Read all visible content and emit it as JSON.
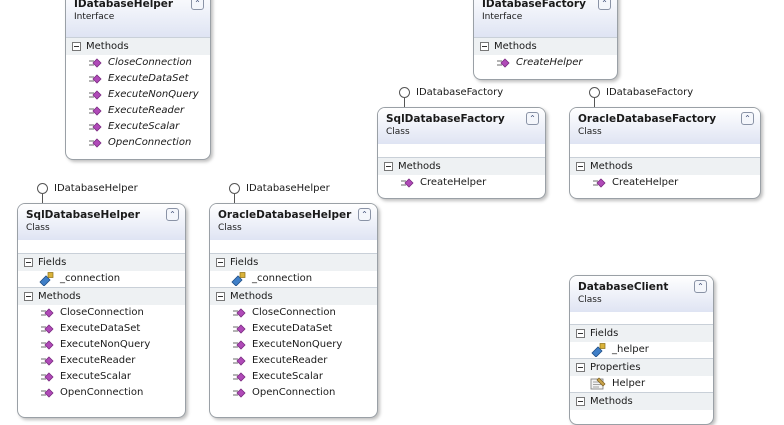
{
  "idb_helper": {
    "name": "IDatabaseHelper",
    "kind": "Interface",
    "methods_label": "Methods",
    "methods": [
      "CloseConnection",
      "ExecuteDataSet",
      "ExecuteNonQuery",
      "ExecuteReader",
      "ExecuteScalar",
      "OpenConnection"
    ]
  },
  "idb_factory": {
    "name": "IDatabaseFactory",
    "kind": "Interface",
    "methods_label": "Methods",
    "methods": [
      "CreateHelper"
    ]
  },
  "sql_factory": {
    "implements": "IDatabaseFactory",
    "name": "SqlDatabaseFactory",
    "kind": "Class",
    "methods_label": "Methods",
    "methods": [
      "CreateHelper"
    ]
  },
  "oracle_factory": {
    "implements": "IDatabaseFactory",
    "name": "OracleDatabaseFactory",
    "kind": "Class",
    "methods_label": "Methods",
    "methods": [
      "CreateHelper"
    ]
  },
  "sql_helper": {
    "implements": "IDatabaseHelper",
    "name": "SqlDatabaseHelper",
    "kind": "Class",
    "fields_label": "Fields",
    "fields": [
      "_connection"
    ],
    "methods_label": "Methods",
    "methods": [
      "CloseConnection",
      "ExecuteDataSet",
      "ExecuteNonQuery",
      "ExecuteReader",
      "ExecuteScalar",
      "OpenConnection"
    ]
  },
  "oracle_helper": {
    "implements": "IDatabaseHelper",
    "name": "OracleDatabaseHelper",
    "kind": "Class",
    "fields_label": "Fields",
    "fields": [
      "_connection"
    ],
    "methods_label": "Methods",
    "methods": [
      "CloseConnection",
      "ExecuteDataSet",
      "ExecuteNonQuery",
      "ExecuteReader",
      "ExecuteScalar",
      "OpenConnection"
    ]
  },
  "db_client": {
    "name": "DatabaseClient",
    "kind": "Class",
    "fields_label": "Fields",
    "fields": [
      "_helper"
    ],
    "properties_label": "Properties",
    "properties": [
      "Helper"
    ],
    "methods_label": "Methods"
  },
  "colors": {
    "header_gradient_end": "#dfe4f3",
    "section_bg": "#eef1f3",
    "method_icon": "#b04ab8",
    "field_icon": "#3f7fc8"
  }
}
